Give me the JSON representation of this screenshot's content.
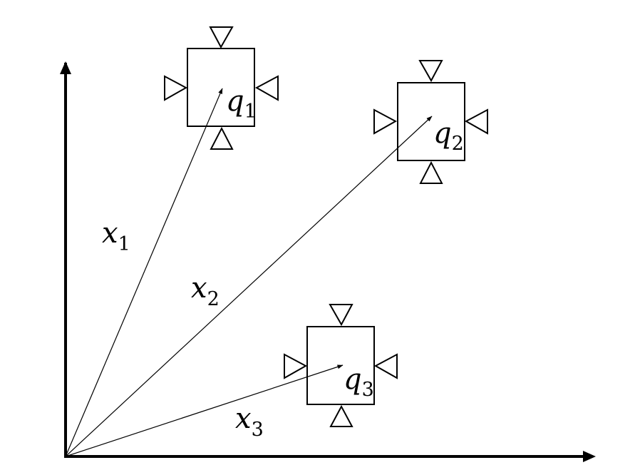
{
  "diagram": {
    "colors": {
      "stroke": "#000000",
      "background": "#ffffff"
    },
    "vectors": [
      {
        "id": "x1",
        "label": "x",
        "subscript": "1"
      },
      {
        "id": "x2",
        "label": "x",
        "subscript": "2"
      },
      {
        "id": "x3",
        "label": "x",
        "subscript": "3"
      }
    ],
    "boxes": [
      {
        "id": "q1",
        "label": "q",
        "subscript": "1"
      },
      {
        "id": "q2",
        "label": "q",
        "subscript": "2"
      },
      {
        "id": "q3",
        "label": "q",
        "subscript": "3"
      }
    ]
  }
}
